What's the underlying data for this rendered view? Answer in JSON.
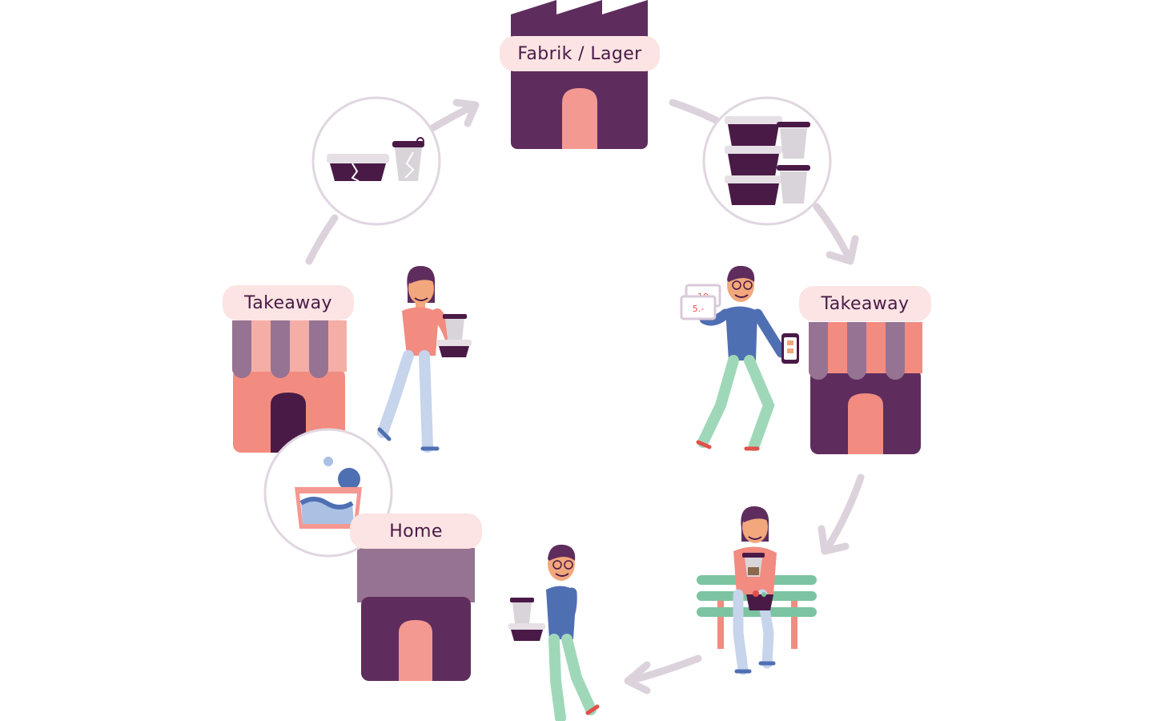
{
  "diagram": {
    "nodes": {
      "factory": {
        "label": "Fabrik / Lager"
      },
      "takeaway_left": {
        "label": "Takeaway"
      },
      "takeaway_right": {
        "label": "Takeaway"
      },
      "home": {
        "label": "Home"
      }
    },
    "voucher": {
      "top": "10",
      "bottom": "5.-"
    }
  },
  "colors": {
    "plum": "#5e2d5d",
    "dark_plum": "#4a1a47",
    "salmon": "#f28b80",
    "pink_door": "#f49892",
    "mauve": "#967392",
    "label_bg": "#fbe4e3",
    "arrow": "#dcd2dc",
    "blue": "#4f6fb3",
    "mint": "#9fd8b9",
    "green_bench": "#7cc4a1",
    "skin": "#f2a77c"
  }
}
